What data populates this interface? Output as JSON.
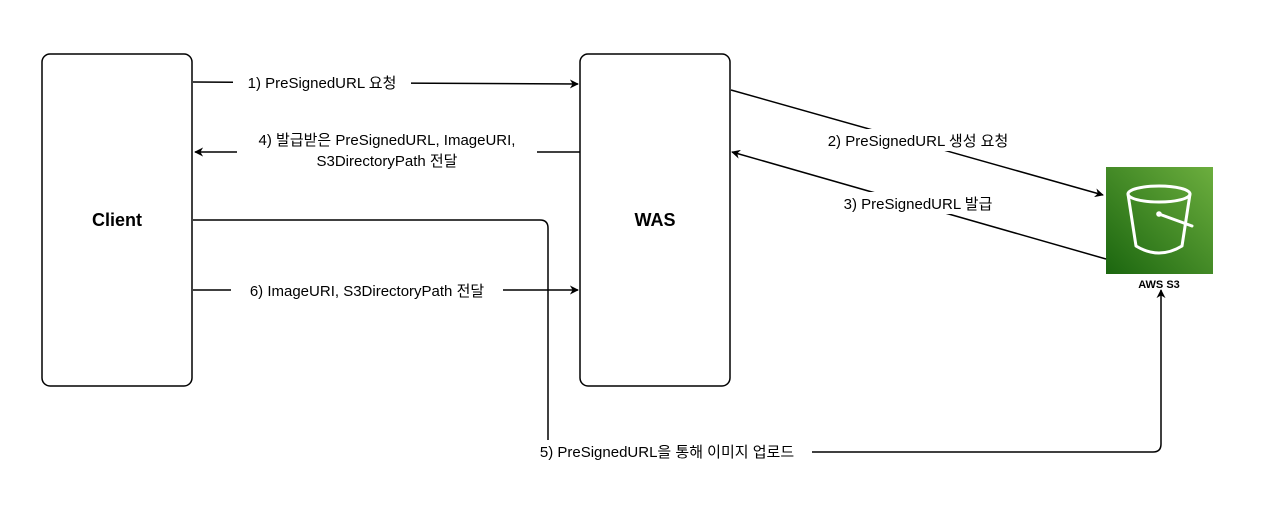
{
  "nodes": {
    "client": {
      "label": "Client"
    },
    "was": {
      "label": "WAS"
    },
    "s3": {
      "label": "AWS S3",
      "icon": "bucket-icon",
      "color": "#3f8624"
    }
  },
  "edges": {
    "step1": {
      "label": "1) PreSignedURL 요청"
    },
    "step2": {
      "label": "2) PreSignedURL 생성 요청"
    },
    "step3": {
      "label": "3) PreSignedURL 발급"
    },
    "step4": {
      "line1": "4) 발급받은 PreSignedURL, ImageURI,",
      "line2": "S3DirectoryPath 전달"
    },
    "step5": {
      "label": "5) PreSignedURL을 통해 이미지 업로드"
    },
    "step6": {
      "label": "6) ImageURI, S3DirectoryPath 전달"
    }
  }
}
